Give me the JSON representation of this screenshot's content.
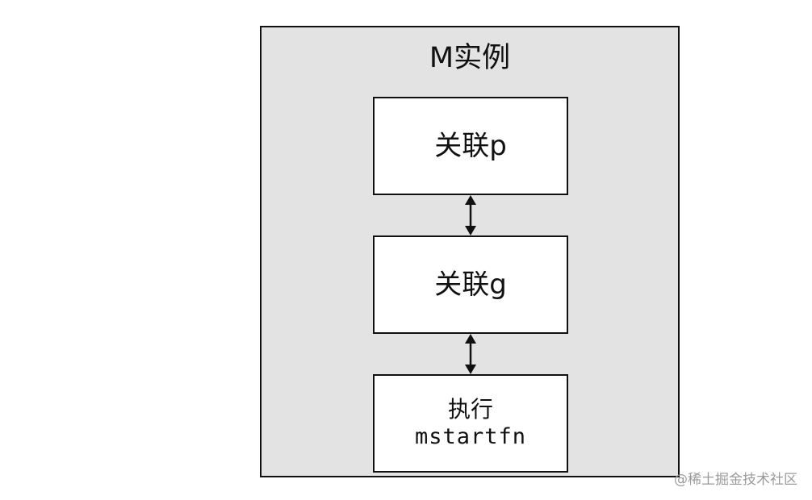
{
  "diagram": {
    "container_title": "M实例",
    "boxes": [
      {
        "label": "关联p"
      },
      {
        "label": "关联g"
      },
      {
        "line1": "执行",
        "line2": "mstartfn"
      }
    ]
  },
  "watermark": "@稀土掘金技术社区",
  "colors": {
    "container_fill": "#e3e3e3",
    "box_fill": "#ffffff",
    "stroke": "#111111",
    "watermark": "#9a9a9a"
  }
}
